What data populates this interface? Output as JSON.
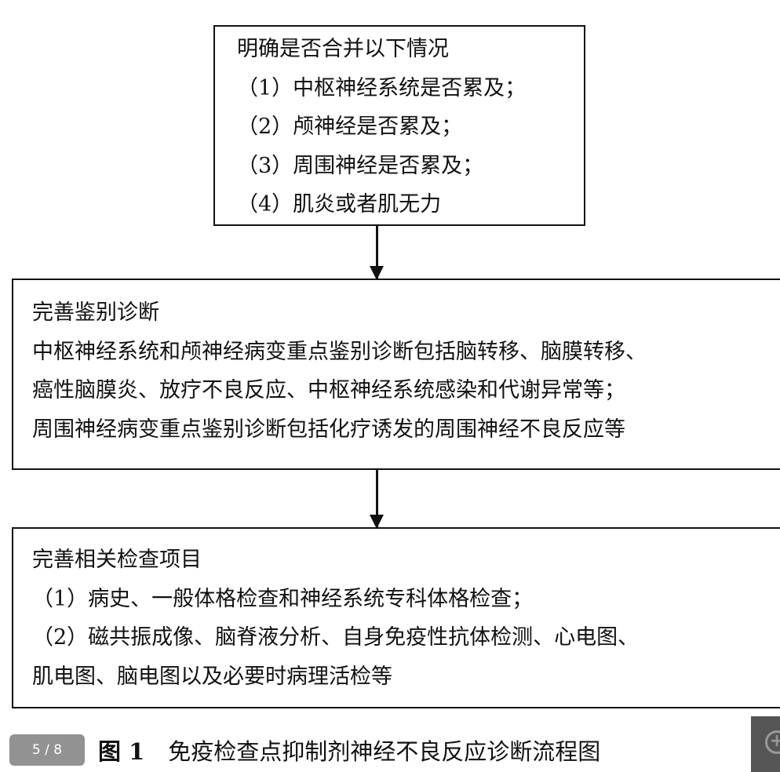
{
  "flowchart": {
    "step1": {
      "lines": [
        "明确是否合并以下情况",
        "（1）中枢神经系统是否累及；",
        "（2）颅神经是否累及；",
        "（3）周围神经是否累及；",
        "（4）肌炎或者肌无力"
      ]
    },
    "step2": {
      "lines": [
        "完善鉴别诊断",
        "中枢神经系统和颅神经病变重点鉴别诊断包括脑转移、脑膜转移、",
        "癌性脑膜炎、放疗不良反应、中枢神经系统感染和代谢异常等；",
        "周围神经病变重点鉴别诊断包括化疗诱发的周围神经不良反应等"
      ]
    },
    "step3": {
      "lines": [
        "完善相关检查项目",
        "（1）病史、一般体格检查和神经系统专科体格检查；",
        "（2）磁共振成像、脑脊液分析、自身免疫性抗体检测、心电图、",
        "肌电图、脑电图以及必要时病理活检等"
      ]
    }
  },
  "caption": {
    "number": "图 1",
    "title": "免疫检查点抑制剂神经不良反应诊断流程图"
  },
  "viewer": {
    "page_indicator": "5 / 8",
    "zoom_icon": "zoom-in-icon"
  }
}
